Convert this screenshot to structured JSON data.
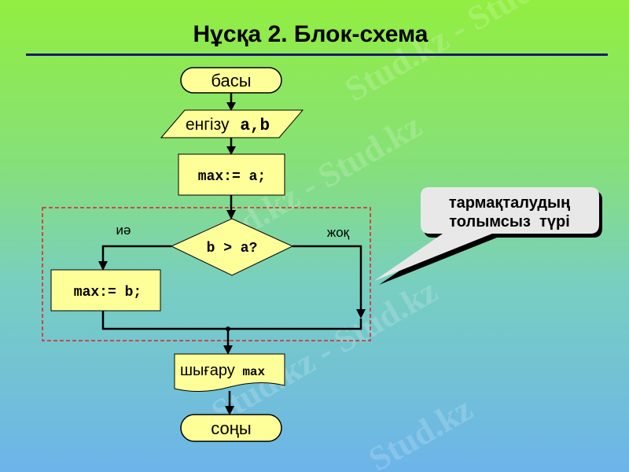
{
  "title": "Нұсқа 2. Блок-схема",
  "watermark": "Stud.kz",
  "flowchart": {
    "start": "басы",
    "input_label": "енгізу",
    "input_vars": "a,b",
    "assign1": "max:= a;",
    "condition": "b > a?",
    "yes_label": "иә",
    "no_label": "жоқ",
    "assign2": "max:= b;",
    "output_label": "шығару",
    "output_var": "max",
    "end": "соңы"
  },
  "callout": {
    "line1": "тармақталудың",
    "line2": "толымсыз  түрі"
  },
  "colors": {
    "block_fill": "#ffff99",
    "dashed_frame": "#e0202a",
    "title_rule": "#1a1a6e"
  }
}
